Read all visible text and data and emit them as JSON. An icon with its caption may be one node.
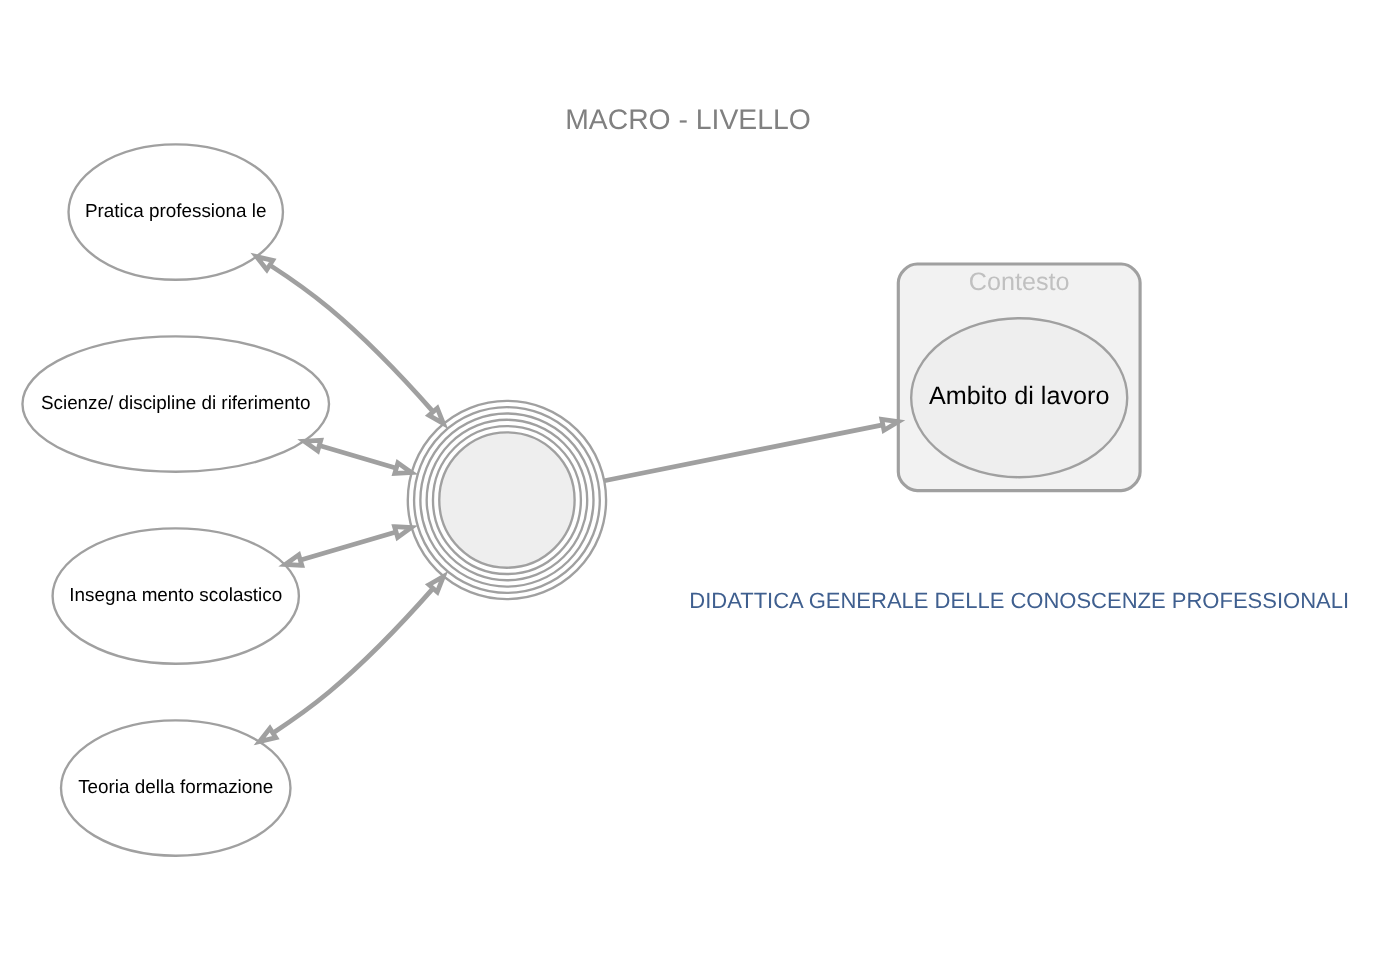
{
  "diagram": {
    "title": "MACRO - LIVELLO",
    "caption": "DIDATTICA GENERALE DELLE CONOSCENZE PROFESSIONALI",
    "nodes": [
      {
        "text": [
          "Pratica professiona le"
        ]
      },
      {
        "text": [
          "Scienze/ discipline di riferimento"
        ]
      },
      {
        "text": [],
        "shape": "circle"
      },
      {
        "text": [
          "Contesto"
        ]
      },
      {
        "text": [
          "Ambito di lavoro"
        ],
        "in": 3
      },
      {
        "text": [
          "Insegna mento scolastico"
        ]
      },
      {
        "text": [
          "Teoria della formazione"
        ]
      }
    ],
    "edges": [
      {
        "from": 0,
        "to": 2,
        "arrow": "both"
      },
      {
        "from": 1,
        "to": 2,
        "arrow": "both"
      },
      {
        "from": 2,
        "to": 3,
        "arrow": "to"
      },
      {
        "from": 5,
        "to": 2,
        "arrow": "both"
      },
      {
        "from": 6,
        "to": 2,
        "arrow": "both"
      }
    ]
  }
}
